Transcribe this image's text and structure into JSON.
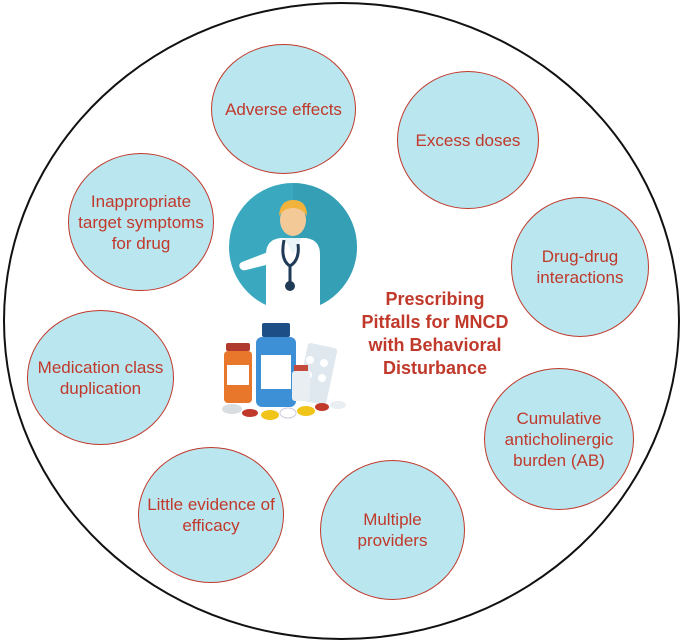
{
  "center": {
    "title": "Prescribing\nPitfalls for MNCD\nwith Behavioral\nDisturbance"
  },
  "pitfalls": [
    "Adverse effects",
    "Excess doses",
    "Inappropriate\ntarget symptoms\nfor drug",
    "Drug-drug\ninteractions",
    "Medication class\nduplication",
    "Cumulative\nanticholinergic\nburden (AB)",
    "Little evidence of\nefficacy",
    "Multiple\nproviders"
  ],
  "colors": {
    "bubble_fill": "#b9e6ef",
    "bubble_border": "#c0392b",
    "text_red": "#c0392b",
    "ring": "#111111"
  },
  "icons": [
    "doctor-icon",
    "medication-bottles-icon"
  ]
}
